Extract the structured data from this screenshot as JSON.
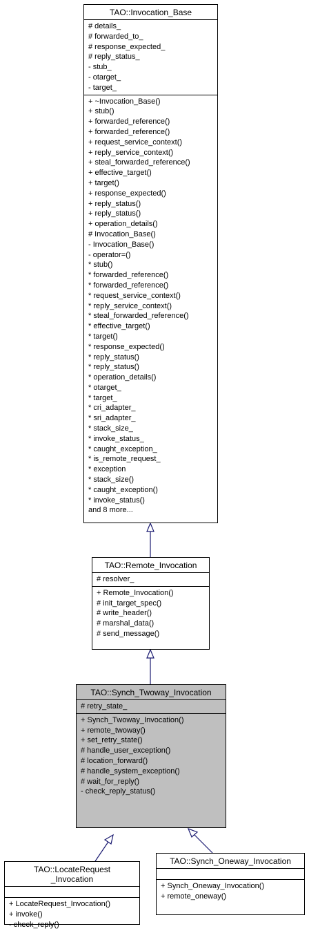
{
  "classes": {
    "invocation_base": {
      "title": "TAO::Invocation_Base",
      "attributes": [
        "# details_",
        "# forwarded_to_",
        "# response_expected_",
        "# reply_status_",
        "- stub_",
        "- otarget_",
        "- target_"
      ],
      "methods": [
        "+ ~Invocation_Base()",
        "+ stub()",
        "+ forwarded_reference()",
        "+ forwarded_reference()",
        "+ request_service_context()",
        "+ reply_service_context()",
        "+ steal_forwarded_reference()",
        "+ effective_target()",
        "+ target()",
        "+ response_expected()",
        "+ reply_status()",
        "+ reply_status()",
        "+ operation_details()",
        "# Invocation_Base()",
        "- Invocation_Base()",
        "- operator=()",
        "* stub()",
        "* forwarded_reference()",
        "* forwarded_reference()",
        "* request_service_context()",
        "* reply_service_context()",
        "* steal_forwarded_reference()",
        "* effective_target()",
        "* target()",
        "* response_expected()",
        "* reply_status()",
        "* reply_status()",
        "* operation_details()",
        "* otarget_",
        "* target_",
        "* cri_adapter_",
        "* sri_adapter_",
        "* stack_size_",
        "* invoke_status_",
        "* caught_exception_",
        "* is_remote_request_",
        "* exception",
        "* stack_size()",
        "* caught_exception()",
        "* invoke_status()",
        "and 8 more..."
      ]
    },
    "remote_invocation": {
      "title": "TAO::Remote_Invocation",
      "attributes": [
        "# resolver_"
      ],
      "methods": [
        "+ Remote_Invocation()",
        "# init_target_spec()",
        "# write_header()",
        "# marshal_data()",
        "# send_message()"
      ]
    },
    "synch_twoway_invocation": {
      "title": "TAO::Synch_Twoway_Invocation",
      "attributes": [
        "# retry_state_"
      ],
      "methods": [
        "+ Synch_Twoway_Invocation()",
        "+ remote_twoway()",
        "+ set_retry_state()",
        "# handle_user_exception()",
        "# location_forward()",
        "# handle_system_exception()",
        "# wait_for_reply()",
        "- check_reply_status()"
      ]
    },
    "locaterequest_invocation": {
      "title_lines": [
        "TAO::LocateRequest",
        "_Invocation"
      ],
      "attributes": [],
      "methods": [
        "+ LocateRequest_Invocation()",
        "+ invoke()",
        "- check_reply()"
      ]
    },
    "synch_oneway_invocation": {
      "title": "TAO::Synch_Oneway_Invocation",
      "attributes": [],
      "methods": [
        "+ Synch_Oneway_Invocation()",
        "+ remote_oneway()"
      ]
    }
  },
  "colors": {
    "edge": "#191970",
    "highlight_fill": "#bfbfbf",
    "border": "#000000"
  },
  "edges": [
    {
      "from": "remote_invocation",
      "to": "invocation_base",
      "kind": "inheritance"
    },
    {
      "from": "synch_twoway_invocation",
      "to": "remote_invocation",
      "kind": "inheritance"
    },
    {
      "from": "locaterequest_invocation",
      "to": "synch_twoway_invocation",
      "kind": "inheritance"
    },
    {
      "from": "synch_oneway_invocation",
      "to": "synch_twoway_invocation",
      "kind": "inheritance"
    }
  ]
}
